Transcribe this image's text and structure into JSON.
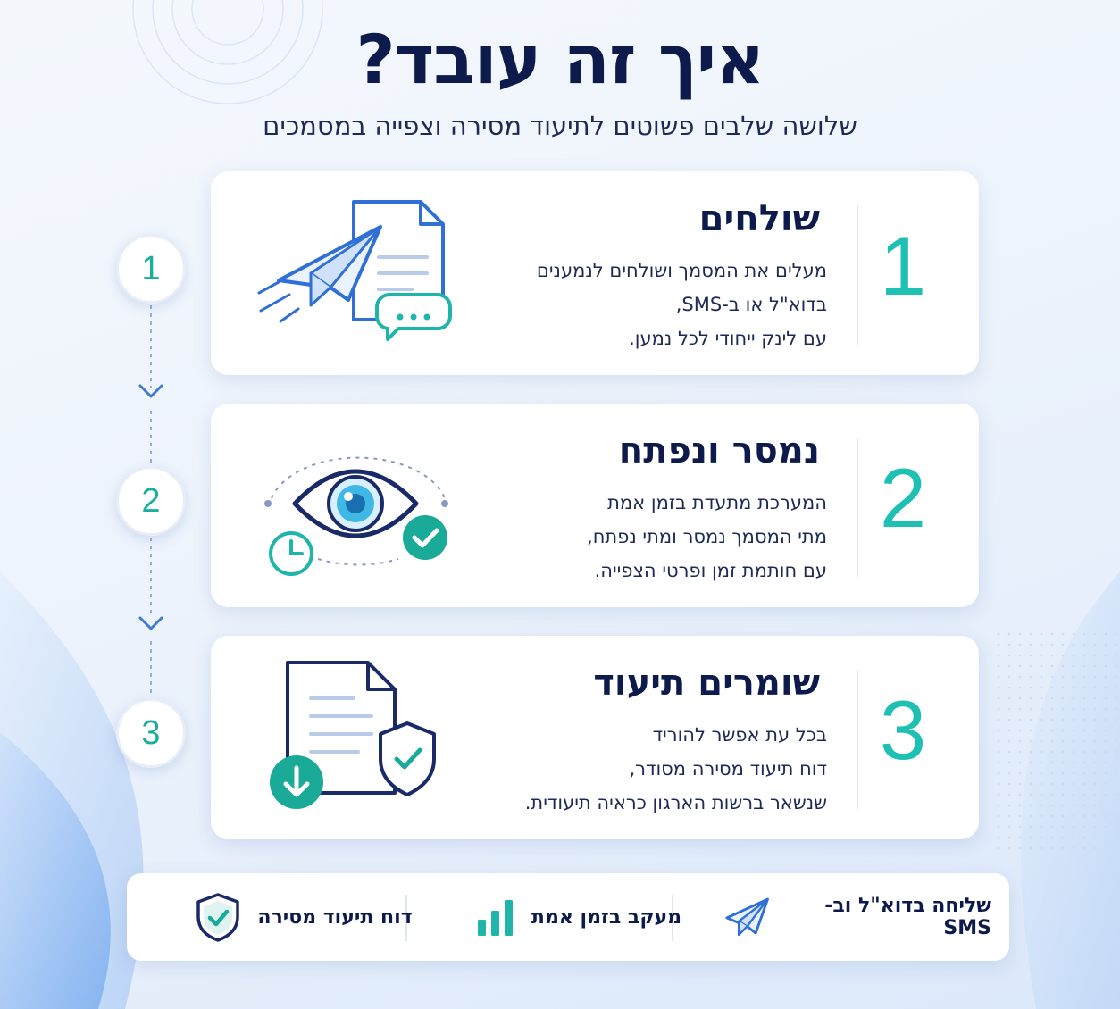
{
  "header": {
    "title": "איך זה עובד?",
    "subtitle": "שלושה שלבים פשוטים לתיעוד מסירה וצפייה במסמכים"
  },
  "steps": [
    {
      "number": "1",
      "title": "שולחים",
      "lines": [
        "מעלים את המסמך ושולחים לנמענים",
        "בדוא\"ל או ב-SMS,",
        "עם לינק ייחודי לכל נמען."
      ],
      "icon": "paper-plane-document-chat-icon"
    },
    {
      "number": "2",
      "title": "נמסר ונפתח",
      "lines": [
        "המערכת מתעדת בזמן אמת",
        "מתי המסמך נמסר ומתי נפתח,",
        "עם חותמת זמן ופרטי הצפייה."
      ],
      "icon": "eye-clock-check-icon"
    },
    {
      "number": "3",
      "title": "שומרים תיעוד",
      "lines": [
        "בכל עת אפשר להוריד",
        "דוח תיעוד מסירה מסודר,",
        "שנשאר ברשות הארגון כראיה תיעודית."
      ],
      "icon": "document-download-shield-icon"
    }
  ],
  "features": [
    {
      "label": "שליחה בדוא\"ל וב-SMS",
      "icon": "paper-plane-icon"
    },
    {
      "label": "מעקב בזמן אמת",
      "icon": "bar-chart-icon"
    },
    {
      "label": "דוח תיעוד מסירה",
      "icon": "shield-check-icon"
    }
  ],
  "colors": {
    "navy": "#0d1b4c",
    "teal": "#1fc0b4",
    "blue": "#2f6fd6",
    "background": "#eef4fc"
  }
}
